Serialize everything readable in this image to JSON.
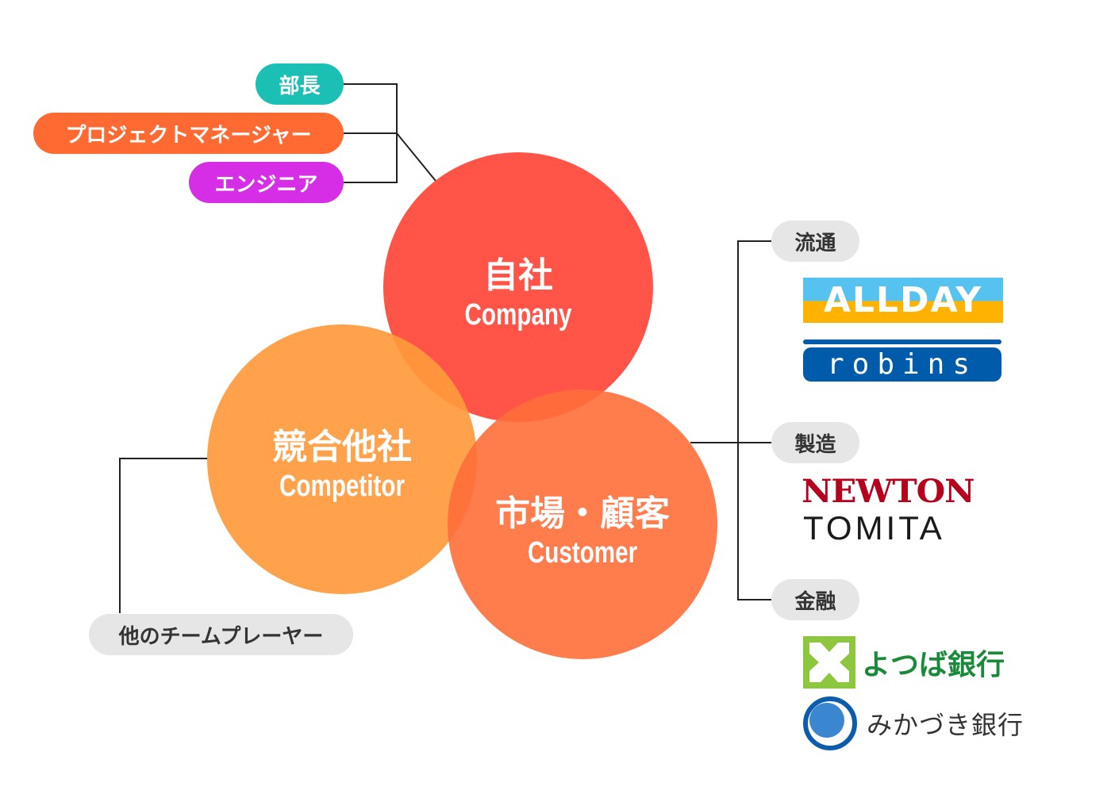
{
  "colors": {
    "company": "#ff5447",
    "competitor": "#ff9a3c",
    "customer": "#ff6e3a",
    "manager": "#1bbfb3",
    "pm": "#ff6a33",
    "engineer": "#d62ee6",
    "gray": "#e6e6e6"
  },
  "circles": {
    "company": {
      "jp": "自社",
      "en": "Company"
    },
    "competitor": {
      "jp": "競合他社",
      "en": "Competitor"
    },
    "customer": {
      "jp": "市場・顧客",
      "en": "Customer"
    }
  },
  "roles": [
    "部長",
    "プロジェクトマネージャー",
    "エンジニア"
  ],
  "other_players": "他のチームプレーヤー",
  "sectors": [
    {
      "label": "流通",
      "logos": [
        "ALLDAY",
        "robins"
      ]
    },
    {
      "label": "製造",
      "logos": [
        "NEWTON",
        "TOMITA"
      ]
    },
    {
      "label": "金融",
      "logos": [
        "よつば銀行",
        "みかづき銀行"
      ]
    }
  ]
}
